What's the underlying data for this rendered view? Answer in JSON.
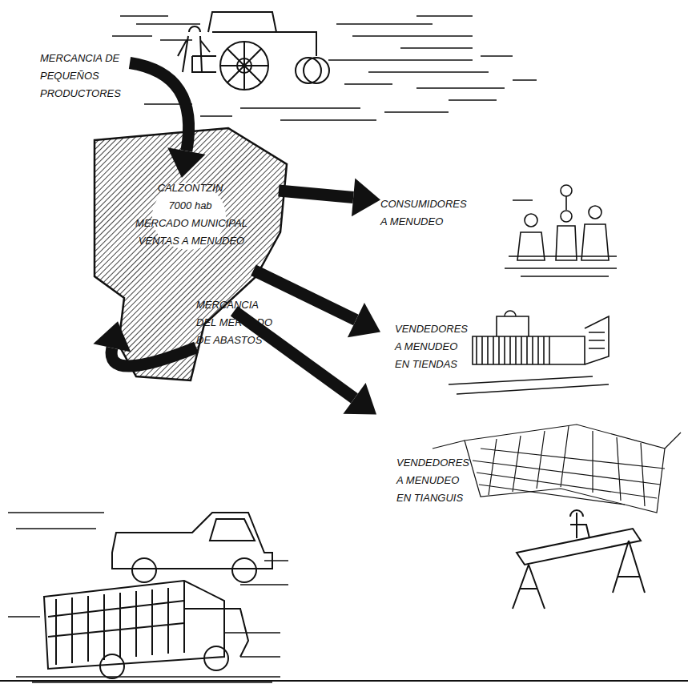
{
  "diagram": {
    "nodes": [
      {
        "text": [
          "MERCANCIA DE PEQUEÑOS PRODUCTORES"
        ]
      },
      {
        "text": [
          "CALZONTZIN 7000 hab",
          "MERCADO MUNICIPAL VENTAS A MENUDEO"
        ]
      },
      {
        "text": [
          "CONSUMIDORES A MENUDEO"
        ]
      },
      {
        "text": [
          "VENDEDORES A MENUDEO EN TIENDAS"
        ]
      },
      {
        "text": [
          "VENDEDORES A MENUDEO EN TIANGUIS"
        ]
      },
      {
        "text": [
          "MERCANCIA DEL MERCADO DE ABASTOS"
        ]
      }
    ],
    "edges": [
      {
        "from": 0,
        "to": 1,
        "arrow": "to"
      },
      {
        "from": 5,
        "to": 1,
        "arrow": "to"
      },
      {
        "from": 1,
        "to": 2,
        "arrow": "to"
      },
      {
        "from": 1,
        "to": 3,
        "arrow": "to"
      },
      {
        "from": 1,
        "to": 4,
        "arrow": "to"
      }
    ]
  }
}
